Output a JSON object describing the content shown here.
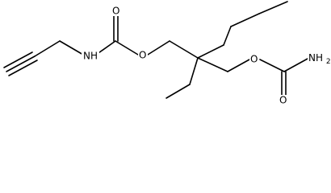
{
  "molecule": {
    "atoms": {
      "carbamate_o_top": "O",
      "nh": "NH",
      "ester_o_left": "O",
      "ester_o_right": "O",
      "nh2": "NH",
      "nh2_subscript": "2",
      "carbamate_o_bottom": "O"
    }
  }
}
